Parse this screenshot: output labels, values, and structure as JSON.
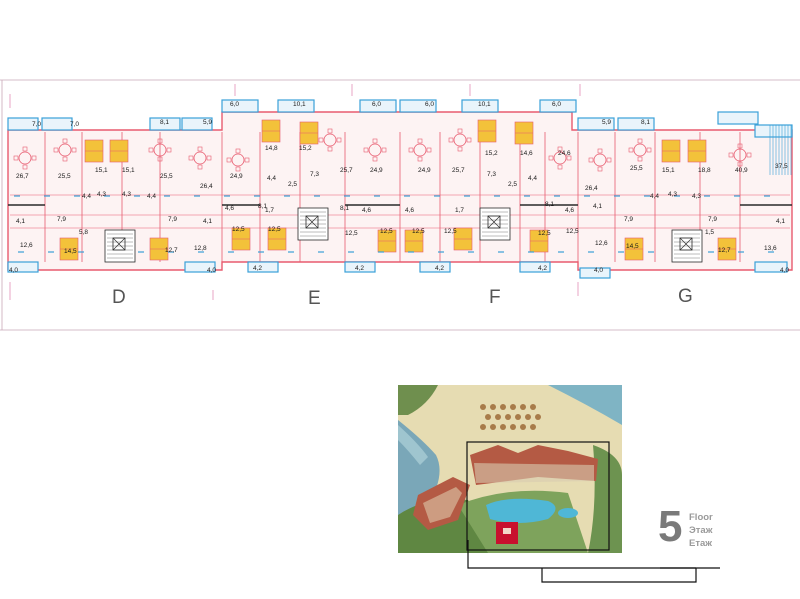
{
  "sections": [
    "D",
    "E",
    "F",
    "G"
  ],
  "room_areas": {
    "top_balconies": [
      "7,0",
      "7,0",
      "8,1",
      "5,9",
      "6,0",
      "10,1",
      "6,0",
      "6,0",
      "10,1",
      "6,0",
      "5,9",
      "8,1"
    ],
    "upper_rooms": [
      "26,7",
      "25,5",
      "15,1",
      "15,1",
      "25,5",
      "26,4",
      "24,9",
      "14,8",
      "15,2",
      "25,7",
      "24,9",
      "24,9",
      "25,7",
      "15,2",
      "14,6",
      "24,6",
      "26,4",
      "25,5",
      "15,1",
      "18,8",
      "40,9",
      "37,5"
    ],
    "mid_rooms": [
      "4,4",
      "4,3",
      "4,3",
      "4,4",
      "2,5",
      "7,3",
      "4,4",
      "2,5",
      "7,3",
      "4,4",
      "4,4",
      "4,3",
      "4,3"
    ],
    "corridor_rooms": [
      "4,1",
      "7,9",
      "7,9",
      "4,1",
      "8,1",
      "4,6",
      "1,7",
      "8,1",
      "4,6",
      "4,6",
      "1,7",
      "8,1",
      "4,6",
      "4,1",
      "7,9",
      "7,9",
      "4,1"
    ],
    "lower_rooms": [
      "12,6",
      "14,5",
      "5,8",
      "12,7",
      "12,8",
      "12,5",
      "12,5",
      "12,5",
      "12,5",
      "12,5",
      "12,5",
      "12,5",
      "12,5",
      "12,6",
      "14,5",
      "1,5",
      "12,7",
      "13,6"
    ],
    "bottom_balconies": [
      "4,0",
      "4,0",
      "4,2",
      "4,2",
      "4,2",
      "4,2",
      "4,0",
      "4,0"
    ]
  },
  "floor": {
    "number": "5",
    "label_en": "Floor",
    "label_ru": "Этаж",
    "label_bg": "Етаж"
  },
  "colors": {
    "walls": "#e85b6f",
    "furniture": "#f3c23a",
    "glass": "#3aa0d8",
    "accent": "#c8102e",
    "lines": "#2a2a2a"
  }
}
